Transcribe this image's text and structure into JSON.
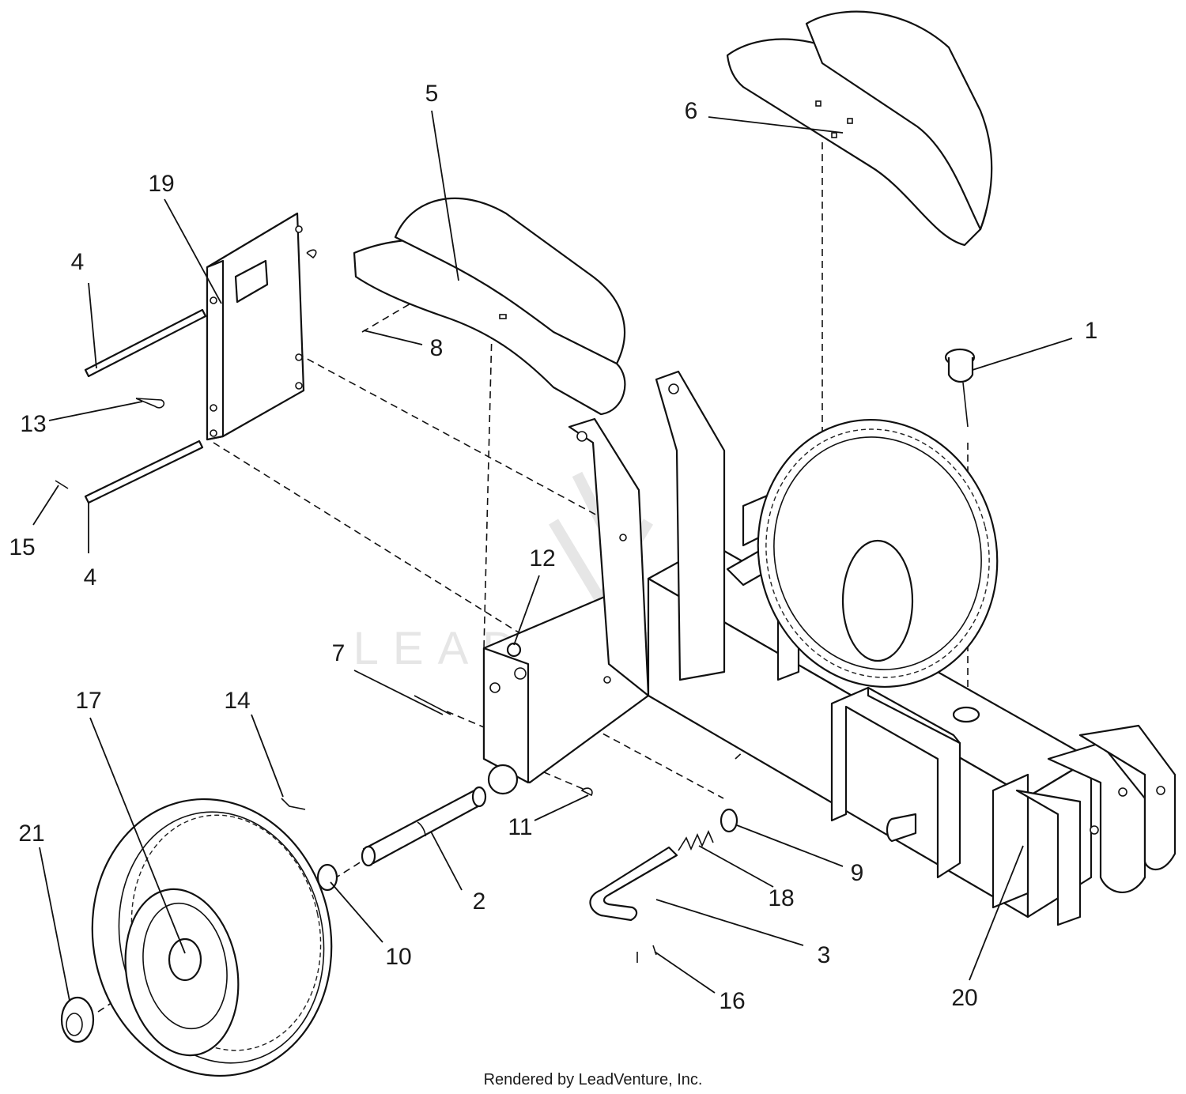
{
  "diagram": {
    "callouts": [
      {
        "label": "1"
      },
      {
        "label": "2"
      },
      {
        "label": "3"
      },
      {
        "label": "4"
      },
      {
        "label": "4"
      },
      {
        "label": "5"
      },
      {
        "label": "6"
      },
      {
        "label": "7"
      },
      {
        "label": "8"
      },
      {
        "label": "9"
      },
      {
        "label": "10"
      },
      {
        "label": "11"
      },
      {
        "label": "12"
      },
      {
        "label": "13"
      },
      {
        "label": "14"
      },
      {
        "label": "15"
      },
      {
        "label": "16"
      },
      {
        "label": "17"
      },
      {
        "label": "18"
      },
      {
        "label": "19"
      },
      {
        "label": "20"
      },
      {
        "label": "21"
      }
    ],
    "watermark": "LEADVENTURE",
    "credit": "Rendered by LeadVenture, Inc."
  }
}
